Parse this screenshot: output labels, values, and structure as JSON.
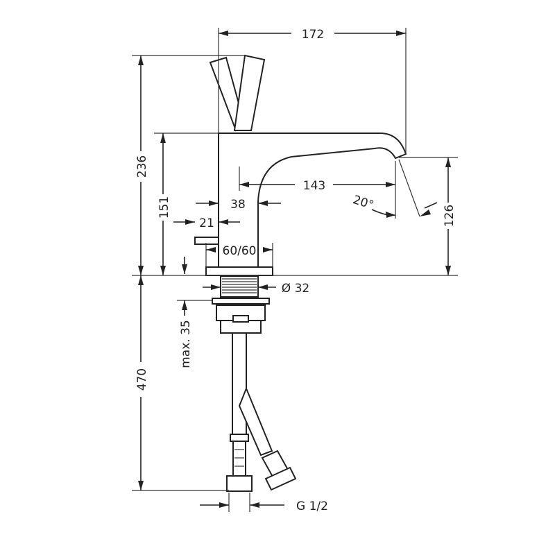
{
  "dimensions": {
    "overall_width": "172",
    "overall_height": "236",
    "body_height": "151",
    "outlet_height": "126",
    "spout_reach": "143",
    "spout_angle": "20°",
    "body_width": "38",
    "side_offset": "21",
    "base_plate": "60/60",
    "shank_diameter": "Ø 32",
    "max_thickness": "max. 35",
    "hose_length": "470",
    "connection_thread": "G 1/2"
  },
  "colors": {
    "line": "#222222",
    "background": "#ffffff"
  }
}
